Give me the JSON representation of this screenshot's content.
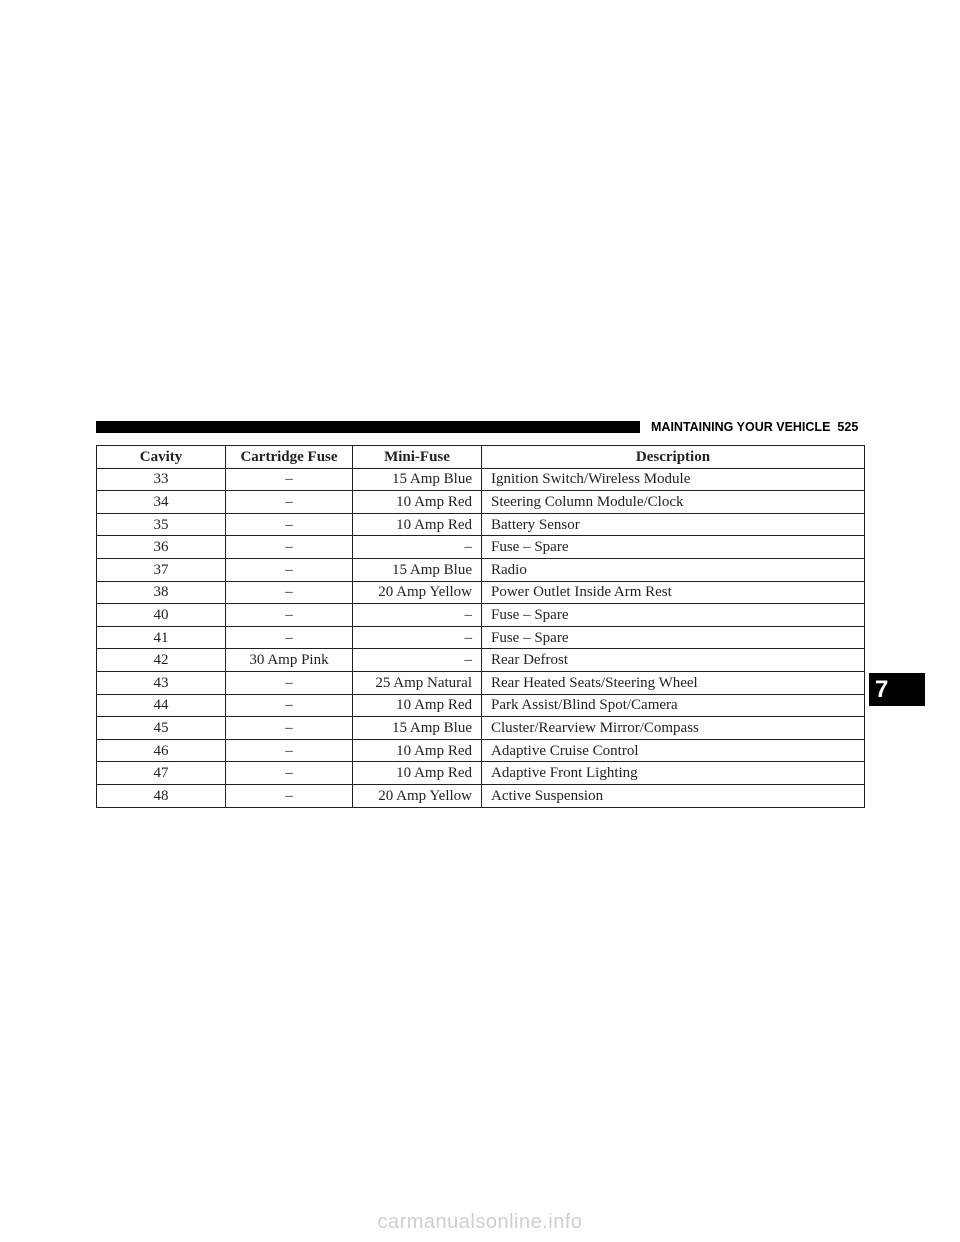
{
  "header": {
    "section_title": "MAINTAINING YOUR VEHICLE",
    "page_number": "525"
  },
  "table": {
    "columns": [
      "Cavity",
      "Cartridge Fuse",
      "Mini-Fuse",
      "Description"
    ],
    "rows": [
      [
        "33",
        "–",
        "15 Amp Blue",
        "Ignition Switch/Wireless Module"
      ],
      [
        "34",
        "–",
        "10 Amp Red",
        "Steering Column Module/Clock"
      ],
      [
        "35",
        "–",
        "10 Amp Red",
        "Battery Sensor"
      ],
      [
        "36",
        "–",
        "–",
        "Fuse – Spare"
      ],
      [
        "37",
        "–",
        "15 Amp Blue",
        "Radio"
      ],
      [
        "38",
        "–",
        "20 Amp Yellow",
        "Power Outlet Inside Arm Rest"
      ],
      [
        "40",
        "–",
        "–",
        "Fuse – Spare"
      ],
      [
        "41",
        "–",
        "–",
        "Fuse – Spare"
      ],
      [
        "42",
        "30 Amp Pink",
        "–",
        "Rear Defrost"
      ],
      [
        "43",
        "–",
        "25 Amp Natural",
        "Rear Heated Seats/Steering Wheel"
      ],
      [
        "44",
        "–",
        "10 Amp Red",
        "Park Assist/Blind Spot/Camera"
      ],
      [
        "45",
        "–",
        "15 Amp Blue",
        "Cluster/Rearview Mirror/Compass"
      ],
      [
        "46",
        "–",
        "10 Amp Red",
        "Adaptive Cruise Control"
      ],
      [
        "47",
        "–",
        "10 Amp Red",
        "Adaptive Front Lighting"
      ],
      [
        "48",
        "–",
        "20 Amp Yellow",
        "Active Suspension"
      ]
    ]
  },
  "chapter_tab": "7",
  "watermark": "carmanualsonline.info"
}
